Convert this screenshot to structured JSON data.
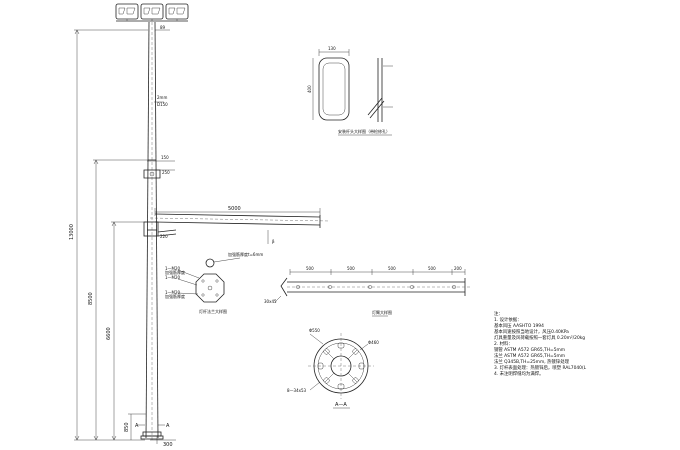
{
  "pole": {
    "dim_top": "89",
    "dim_total_height": "13000",
    "dim_upper_height": "8500",
    "dim_lower_height": "6600",
    "dim_base_height": "850",
    "dim_base_width": "300",
    "dim_shaft_label": "D150",
    "dim_shaft_label_top": "2mm",
    "dim_joint_width": "150",
    "dim_joint_height": "250",
    "section_mark_left": "A",
    "section_mark_right": "A"
  },
  "arm": {
    "dim_length": "5000",
    "dim_end": "220",
    "label_end": "β"
  },
  "top_detail": {
    "dim_width": "130",
    "dim_height": "400",
    "caption": "安装杆头大样图（带检修孔）"
  },
  "flange_detail": {
    "label_bolt_1": "1—M20",
    "label_bolt_2": "1—M20",
    "label_bolt_3": "1—M20",
    "label_plate": "加强筋厚度t=6mm",
    "label_plate_2": "加强筋厚度",
    "label_plate_3": "加强筋厚度",
    "caption": "灯杆法兰大样图"
  },
  "crossarm_detail": {
    "dims": [
      "500",
      "500",
      "500",
      "500",
      "200"
    ],
    "label_section": "30x45",
    "caption": "灯臂大样图"
  },
  "base_plate": {
    "dim_outer": "Φ550",
    "dim_inner": "Φ460",
    "label_holes": "8—34x53",
    "caption": "A—A"
  },
  "notes": {
    "heading": "注：",
    "lines": [
      "1. 设计依据：",
      "   基本风压 AASHTO 1994",
      "   基本风速按照当地设计，风压0.40KPa",
      "   灯具重量及风荷载按照一套灯具 0.20m²/20kg",
      "2. 材料：",
      "   钢管 ASTM A572 GR65,TH=5mm",
      "   法兰 ASTM A572 GR65,TH=5mm",
      "   法兰 Q345B,TH=25mm, 热镀锌处理",
      "3. 灯杆表面处理：热镀锌后，喷塑 RAL7040(L",
      "4. 未注明焊缝均为满焊。"
    ]
  }
}
